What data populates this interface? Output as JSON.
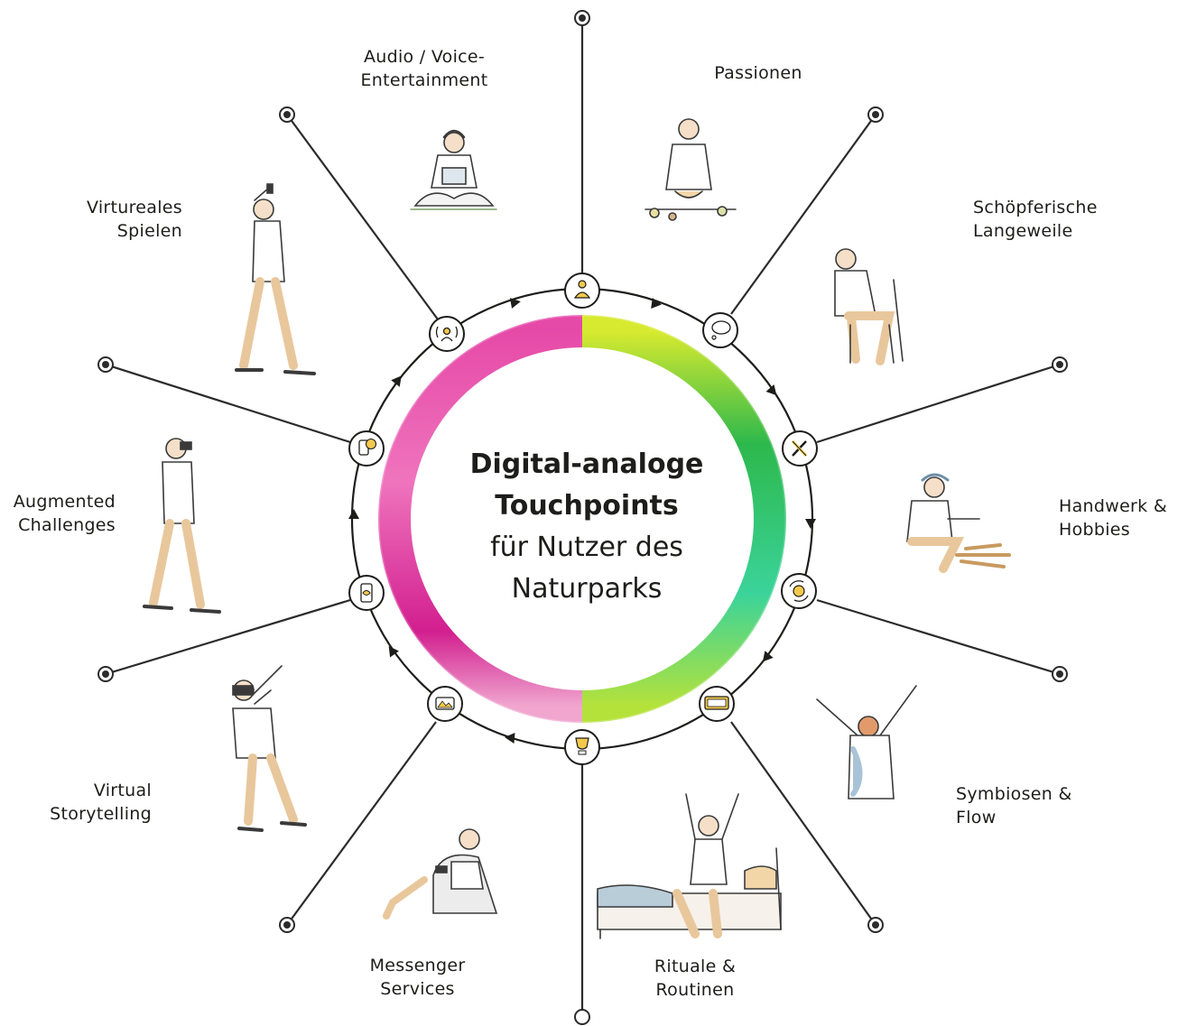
{
  "center": {
    "title_line1": "Digital-analoge",
    "title_line2": "Touchpoints",
    "subtitle_line1": "für Nutzer des",
    "subtitle_line2": "Naturparks"
  },
  "touchpoints": [
    {
      "id": "audio",
      "line1": "Audio / Voice-",
      "line2": "Entertainment",
      "icon": "audio-icon"
    },
    {
      "id": "passionen",
      "line1": "Passionen",
      "line2": "",
      "icon": "person-icon"
    },
    {
      "id": "langeweile",
      "line1": "Schöpferische",
      "line2": "Langeweile",
      "icon": "thought-bubble-icon"
    },
    {
      "id": "handwerk",
      "line1": "Handwerk &",
      "line2": "Hobbies",
      "icon": "tools-icon"
    },
    {
      "id": "symbiosen",
      "line1": "Symbiosen &",
      "line2": "Flow",
      "icon": "cycle-icon"
    },
    {
      "id": "rituale",
      "line1": "Rituale &",
      "line2": "Routinen",
      "icon": "alarm-clock-icon"
    },
    {
      "id": "messenger",
      "line1": "Messenger",
      "line2": "Services",
      "icon": "trophy-icon"
    },
    {
      "id": "storytelling",
      "line1": "Virtual",
      "line2": "Storytelling",
      "icon": "panorama-360-icon"
    },
    {
      "id": "augmented",
      "line1": "Augmented",
      "line2": "Challenges",
      "icon": "ar-phone-icon"
    },
    {
      "id": "virtureales",
      "line1": "Virtureales",
      "line2": "Spielen",
      "icon": "phone-emoji-icon"
    }
  ],
  "colors": {
    "pink": "#e0339a",
    "green": "#2fbf5a",
    "lime": "#c6e33a",
    "mint": "#3fd49a",
    "line": "#2b2b2b"
  }
}
